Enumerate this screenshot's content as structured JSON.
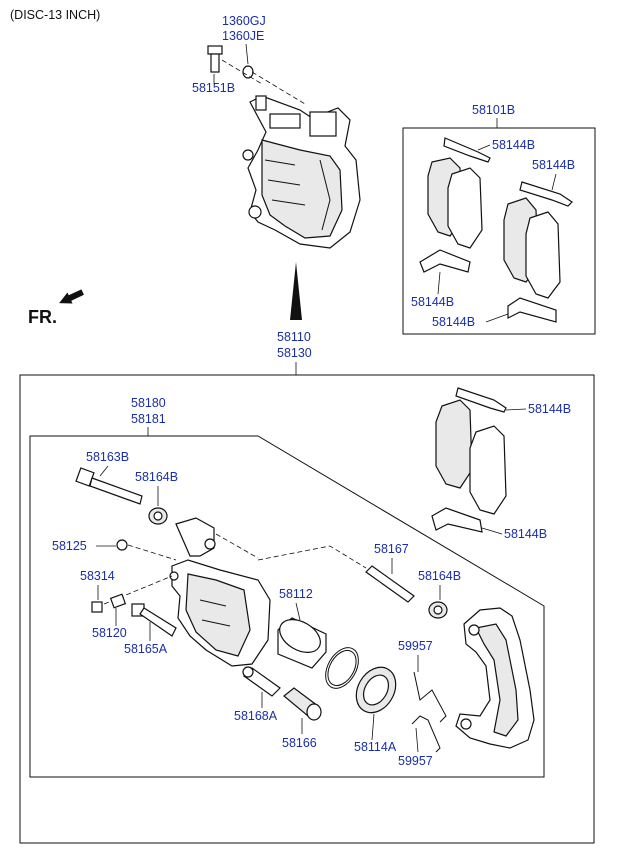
{
  "title": "(DISC-13 INCH)",
  "front_label": "FR.",
  "labels": {
    "p1360gj": "1360GJ",
    "p1360je": "1360JE",
    "p58151b": "58151B",
    "p58101b": "58101B",
    "p58144b_1": "58144B",
    "p58144b_2": "58144B",
    "p58144b_3": "58144B",
    "p58144b_4": "58144B",
    "p58110": "58110",
    "p58130": "58130",
    "p58180": "58180",
    "p58181": "58181",
    "p58144b_5": "58144B",
    "p58144b_6": "58144B",
    "p58163b": "58163B",
    "p58164b_1": "58164B",
    "p58125": "58125",
    "p58167": "58167",
    "p58164b_2": "58164B",
    "p58314": "58314",
    "p58112": "58112",
    "p58120": "58120",
    "p58165a": "58165A",
    "p59957_1": "59957",
    "p58168a": "58168A",
    "p58166": "58166",
    "p58114a": "58114A",
    "p59957_2": "59957"
  },
  "colors": {
    "label": "#1a2fa6",
    "line": "#111111"
  }
}
